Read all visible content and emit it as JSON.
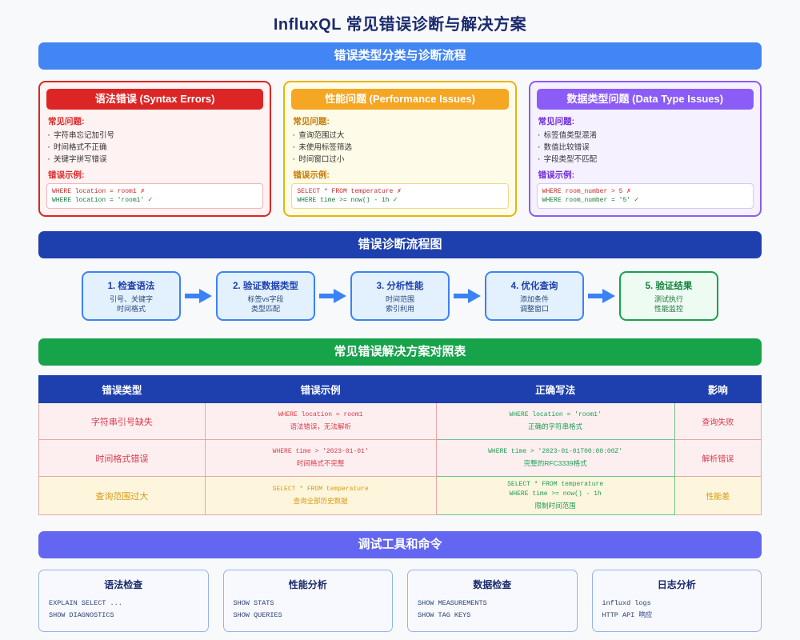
{
  "page": {
    "title": "InfluxQL 常见错误诊断与解决方案"
  },
  "section_errors": {
    "banner": "错误类型分类与诊断流程",
    "cards": [
      {
        "title": "语法错误 (Syntax Errors)",
        "issues_label": "常见问题:",
        "issues": [
          "字符串忘记加引号",
          "时间格式不正确",
          "关键字拼写错误"
        ],
        "example_label": "错误示例:",
        "bad_code": "WHERE location = room1",
        "bad_mark": "✗",
        "good_code": "WHERE location = 'room1'",
        "good_mark": "✓",
        "accent": "#dc2626"
      },
      {
        "title": "性能问题 (Performance Issues)",
        "issues_label": "常见问题:",
        "issues": [
          "查询范围过大",
          "未使用标签筛选",
          "时间窗口过小"
        ],
        "example_label": "错误示例:",
        "bad_code": "SELECT * FROM temperature",
        "bad_mark": "✗",
        "good_code": "WHERE time >= now() - 1h",
        "good_mark": "✓",
        "accent": "#f5a623"
      },
      {
        "title": "数据类型问题 (Data Type Issues)",
        "issues_label": "常见问题:",
        "issues": [
          "标签值类型混淆",
          "数值比较错误",
          "字段类型不匹配"
        ],
        "example_label": "错误示例:",
        "bad_code": "WHERE room_number > 5",
        "bad_mark": "✗",
        "good_code": "WHERE room_number = '5'",
        "good_mark": "✓",
        "accent": "#8b5cf6"
      }
    ]
  },
  "section_flow": {
    "banner": "错误诊断流程图",
    "nodes": [
      {
        "title": "1. 检查语法",
        "line1": "引号、关键字",
        "line2": "时间格式"
      },
      {
        "title": "2. 验证数据类型",
        "line1": "标签vs字段",
        "line2": "类型匹配"
      },
      {
        "title": "3. 分析性能",
        "line1": "时间范围",
        "line2": "索引利用"
      },
      {
        "title": "4. 优化查询",
        "line1": "添加条件",
        "line2": "调整窗口"
      },
      {
        "title": "5. 验证结果",
        "line1": "测试执行",
        "line2": "性能监控"
      }
    ],
    "arrow_color": "#3b82f6"
  },
  "section_table": {
    "banner": "常见错误解决方案对照表",
    "headers": [
      "错误类型",
      "错误示例",
      "正确写法",
      "影响"
    ],
    "rows": [
      {
        "type": "字符串引号缺失",
        "bad_code": "WHERE location = room1",
        "bad_note": "语法错误，无法解析",
        "good_code": "WHERE location = 'room1'",
        "good_note": "正确的字符串格式",
        "impact": "查询失败",
        "severity": "error"
      },
      {
        "type": "时间格式错误",
        "bad_code": "WHERE time > '2023-01-01'",
        "bad_note": "时间格式不完整",
        "good_code": "WHERE time > '2023-01-01T00:00:00Z'",
        "good_note": "完整的RFC3339格式",
        "impact": "解析错误",
        "severity": "error"
      },
      {
        "type": "查询范围过大",
        "bad_code": "SELECT * FROM temperature",
        "bad_note": "查询全部历史数据",
        "good_code": "SELECT * FROM temperature",
        "good_code2": "WHERE time >= now() - 1h",
        "good_note": "限制时间范围",
        "impact": "性能差",
        "severity": "warn"
      }
    ]
  },
  "section_tools": {
    "banner": "调试工具和命令",
    "cards": [
      {
        "title": "语法检查",
        "commands": [
          "EXPLAIN SELECT ...",
          "SHOW DIAGNOSTICS"
        ]
      },
      {
        "title": "性能分析",
        "commands": [
          "SHOW STATS",
          "SHOW QUERIES"
        ]
      },
      {
        "title": "数据检查",
        "commands": [
          "SHOW MEASUREMENTS",
          "SHOW TAG KEYS"
        ]
      },
      {
        "title": "日志分析",
        "commands": [
          "influxd logs",
          "HTTP API 响应"
        ]
      }
    ]
  },
  "colors": {
    "accent_blue": "#4285f4",
    "accent_navy": "#1e40af",
    "accent_green": "#16a34a",
    "accent_purple": "#6366f1",
    "background": "#f8f9fb"
  }
}
